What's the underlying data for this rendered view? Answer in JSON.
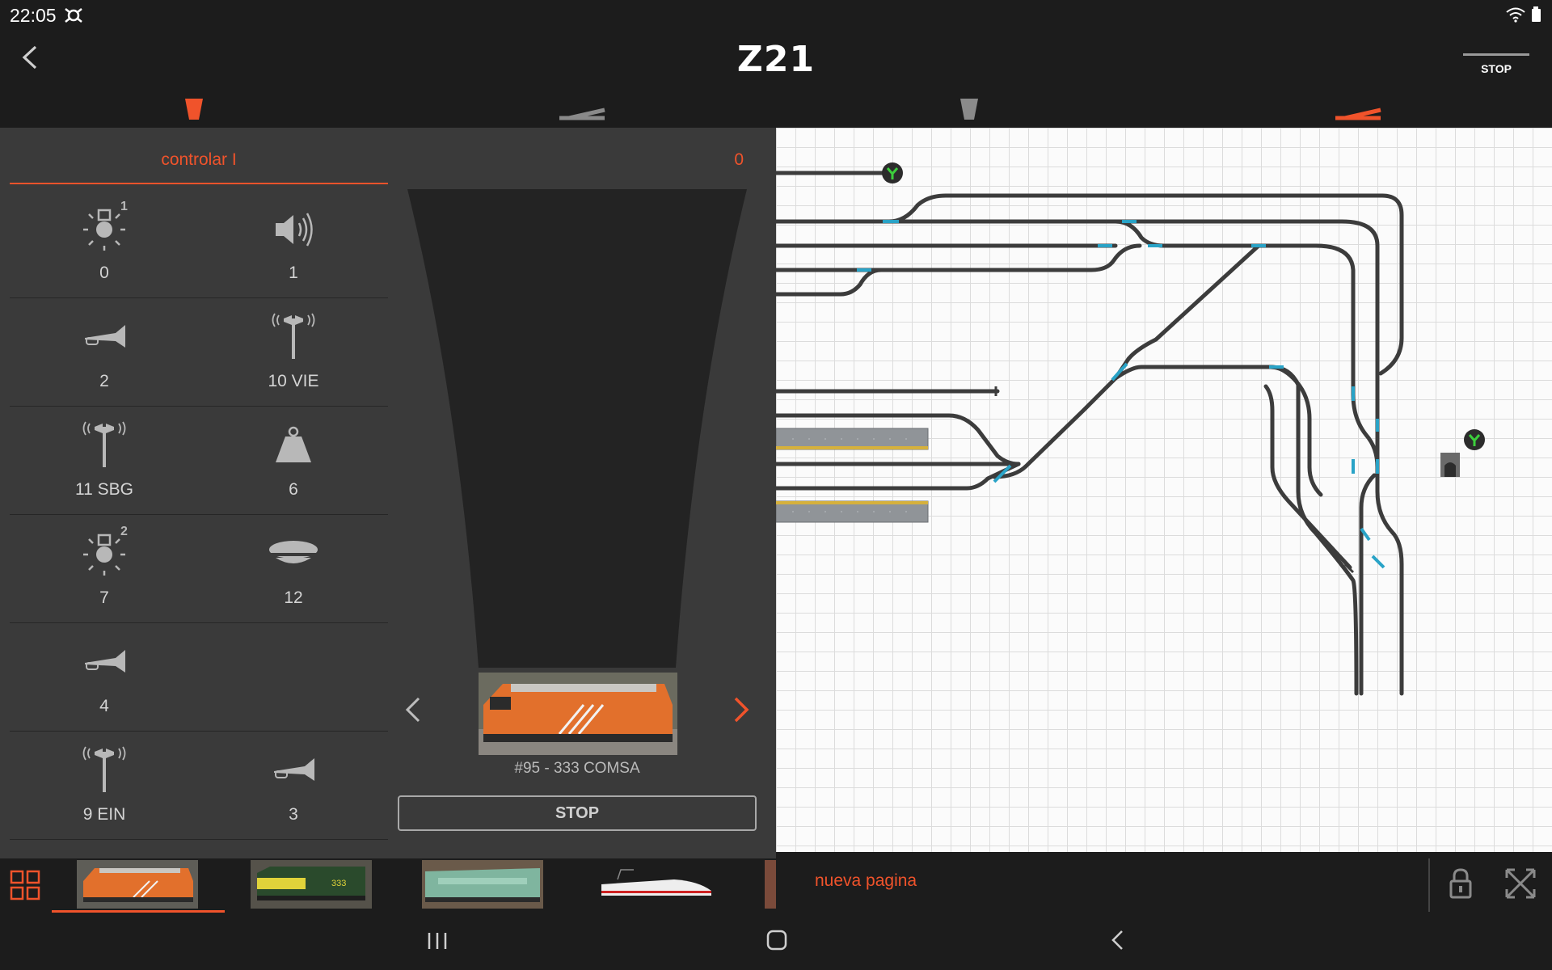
{
  "status": {
    "time": "22:05"
  },
  "header": {
    "title": "Z21",
    "stop_label": "STOP"
  },
  "tabs": [
    {
      "name": "loco-controller",
      "active": true,
      "color": "#f0532b"
    },
    {
      "name": "turnout",
      "active": false,
      "color": "#8a8a8a"
    },
    {
      "name": "loco-controller",
      "active": false,
      "color": "#8a8a8a"
    },
    {
      "name": "turnout",
      "active": true,
      "color": "#f0532b"
    }
  ],
  "controller": {
    "title": "controlar I",
    "speed": "0",
    "functions": [
      {
        "label": "0",
        "icon": "light-1-icon"
      },
      {
        "label": "1",
        "icon": "sound-icon"
      },
      {
        "label": "2",
        "icon": "horn-icon"
      },
      {
        "label": "10 VIE",
        "icon": "signal-mast-icon"
      },
      {
        "label": "11 SBG",
        "icon": "signal-mast-icon"
      },
      {
        "label": "6",
        "icon": "weight-icon"
      },
      {
        "label": "7",
        "icon": "light-2-icon"
      },
      {
        "label": "12",
        "icon": "conductor-cap-icon"
      },
      {
        "label": "4",
        "icon": "horn-icon"
      },
      {
        "label": "",
        "icon": ""
      },
      {
        "label": "9 EIN",
        "icon": "signal-mast-icon"
      },
      {
        "label": "3",
        "icon": "horn-icon"
      }
    ],
    "loco_name": "#95 - 333 COMSA",
    "stop_label": "STOP"
  },
  "bottom": {
    "thumbs": [
      {
        "name": "orange-loco",
        "active": true
      },
      {
        "name": "yellow-green-loco",
        "active": false
      },
      {
        "name": "green-loco",
        "active": false
      },
      {
        "name": "ice-train",
        "active": false
      }
    ],
    "new_page": "nueva pagina"
  },
  "colors": {
    "accent": "#f0532b",
    "track": "#3c3c3c",
    "turnout": "#29a3c7",
    "signal": "#3ccf3c"
  }
}
